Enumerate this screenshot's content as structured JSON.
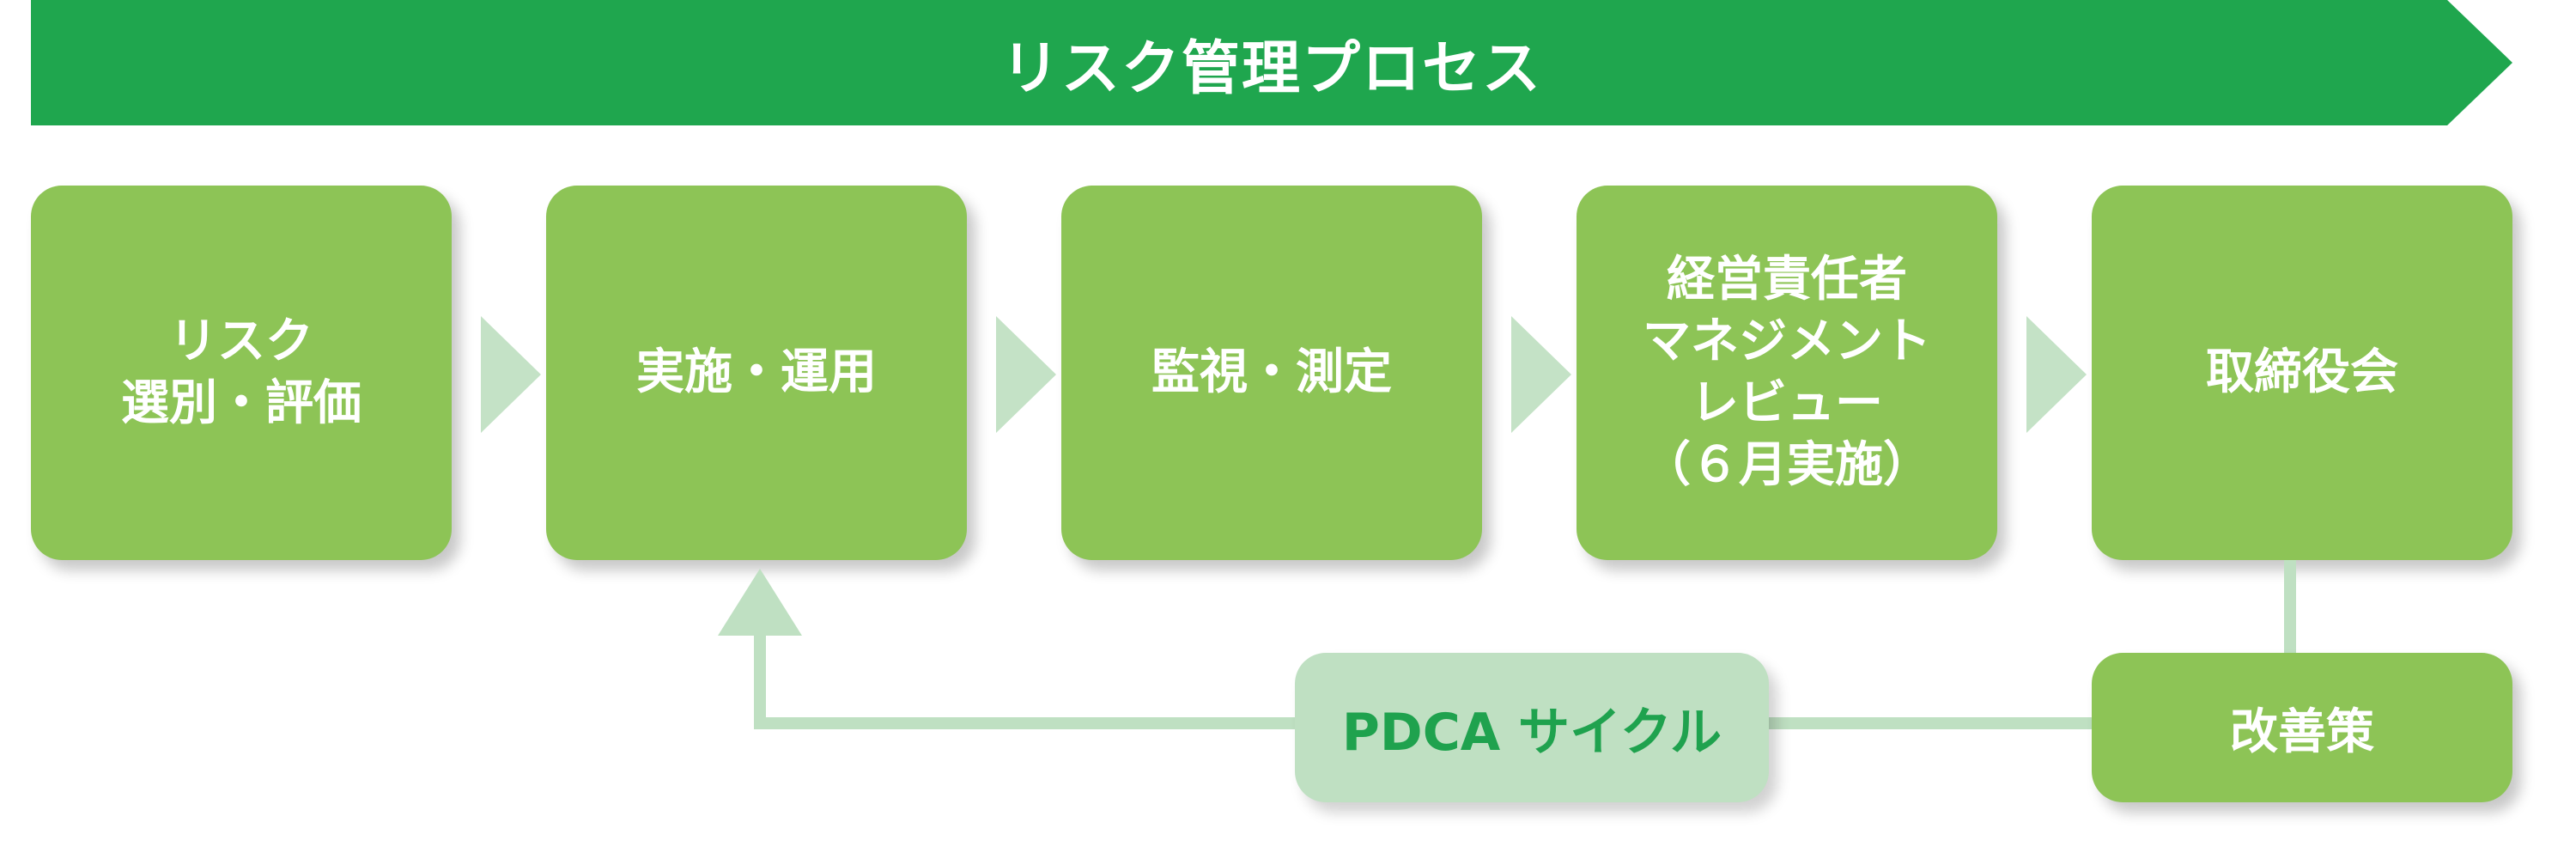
{
  "banner": {
    "title": "リスク管理プロセス"
  },
  "steps": [
    {
      "lines": [
        "リスク",
        "選別・評価"
      ]
    },
    {
      "lines": [
        "実施・運用"
      ]
    },
    {
      "lines": [
        "監視・測定"
      ]
    },
    {
      "lines": [
        "経営責任者",
        "マネジメント",
        "レビュー",
        "（６月実施）"
      ]
    },
    {
      "lines": [
        "取締役会"
      ]
    }
  ],
  "cycle": {
    "label": "PDCA サイクル"
  },
  "improvement": {
    "label": "改善策"
  },
  "colors": {
    "banner": "#1fa64e",
    "step_box": "#8dc456",
    "chevron": "#c4e2c6",
    "pdca_box": "#bfe0c2",
    "pdca_text": "#1fa24e"
  }
}
